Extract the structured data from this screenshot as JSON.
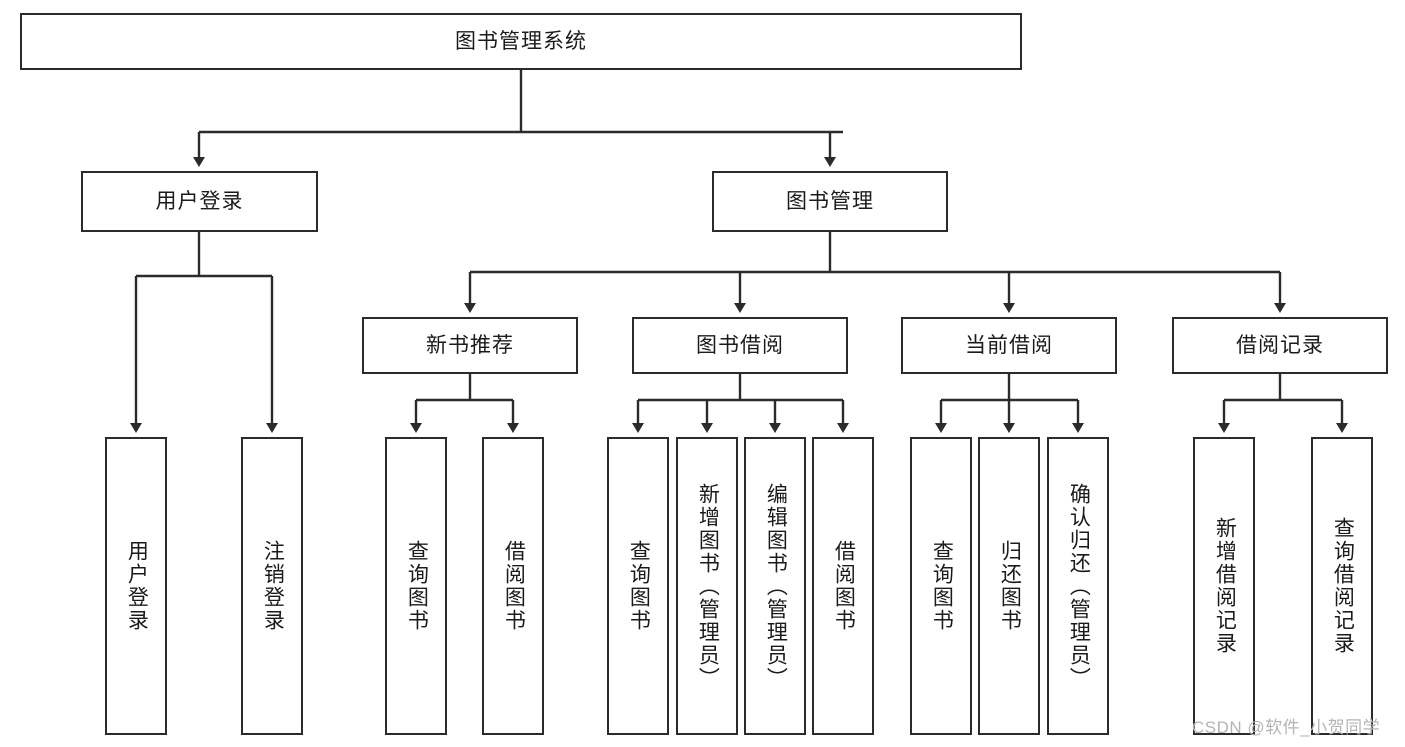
{
  "diagram": {
    "title": "图书管理系统",
    "type": "hierarchy-tree",
    "root": {
      "id": "root",
      "label": "图书管理系统"
    },
    "level2": [
      {
        "id": "user-login",
        "label": "用户登录"
      },
      {
        "id": "book-management",
        "label": "图书管理"
      }
    ],
    "level3": [
      {
        "id": "new-book-recommend",
        "label": "新书推荐"
      },
      {
        "id": "book-borrow",
        "label": "图书借阅"
      },
      {
        "id": "current-borrow",
        "label": "当前借阅"
      },
      {
        "id": "borrow-record",
        "label": "借阅记录"
      }
    ],
    "leaves": {
      "user_login": [
        {
          "id": "leaf-user-login",
          "label": "用户登录"
        },
        {
          "id": "leaf-logout-login",
          "label": "注销登录"
        }
      ],
      "new_book_recommend": [
        {
          "id": "leaf-query-book-1",
          "label": "查询图书"
        },
        {
          "id": "leaf-borrow-book-1",
          "label": "借阅图书"
        }
      ],
      "book_borrow": [
        {
          "id": "leaf-query-book-2",
          "label": "查询图书"
        },
        {
          "id": "leaf-add-book-admin",
          "label": "新增图书（管理员）"
        },
        {
          "id": "leaf-edit-book-admin",
          "label": "编辑图书（管理员）"
        },
        {
          "id": "leaf-borrow-book-2",
          "label": "借阅图书"
        }
      ],
      "current_borrow": [
        {
          "id": "leaf-query-book-3",
          "label": "查询图书"
        },
        {
          "id": "leaf-return-book",
          "label": "归还图书"
        },
        {
          "id": "leaf-confirm-return-admin",
          "label": "确认归还（管理员）"
        }
      ],
      "borrow_record": [
        {
          "id": "leaf-add-borrow-record",
          "label": "新增借阅记录"
        },
        {
          "id": "leaf-query-borrow-record",
          "label": "查询借阅记录"
        }
      ]
    }
  },
  "watermark": {
    "text": "CSDN @软件_小贺同学"
  },
  "colors": {
    "border": "#2b2b2b",
    "text": "#1b1b1b",
    "background": "#ffffff",
    "watermark": "#b4b4b4"
  }
}
